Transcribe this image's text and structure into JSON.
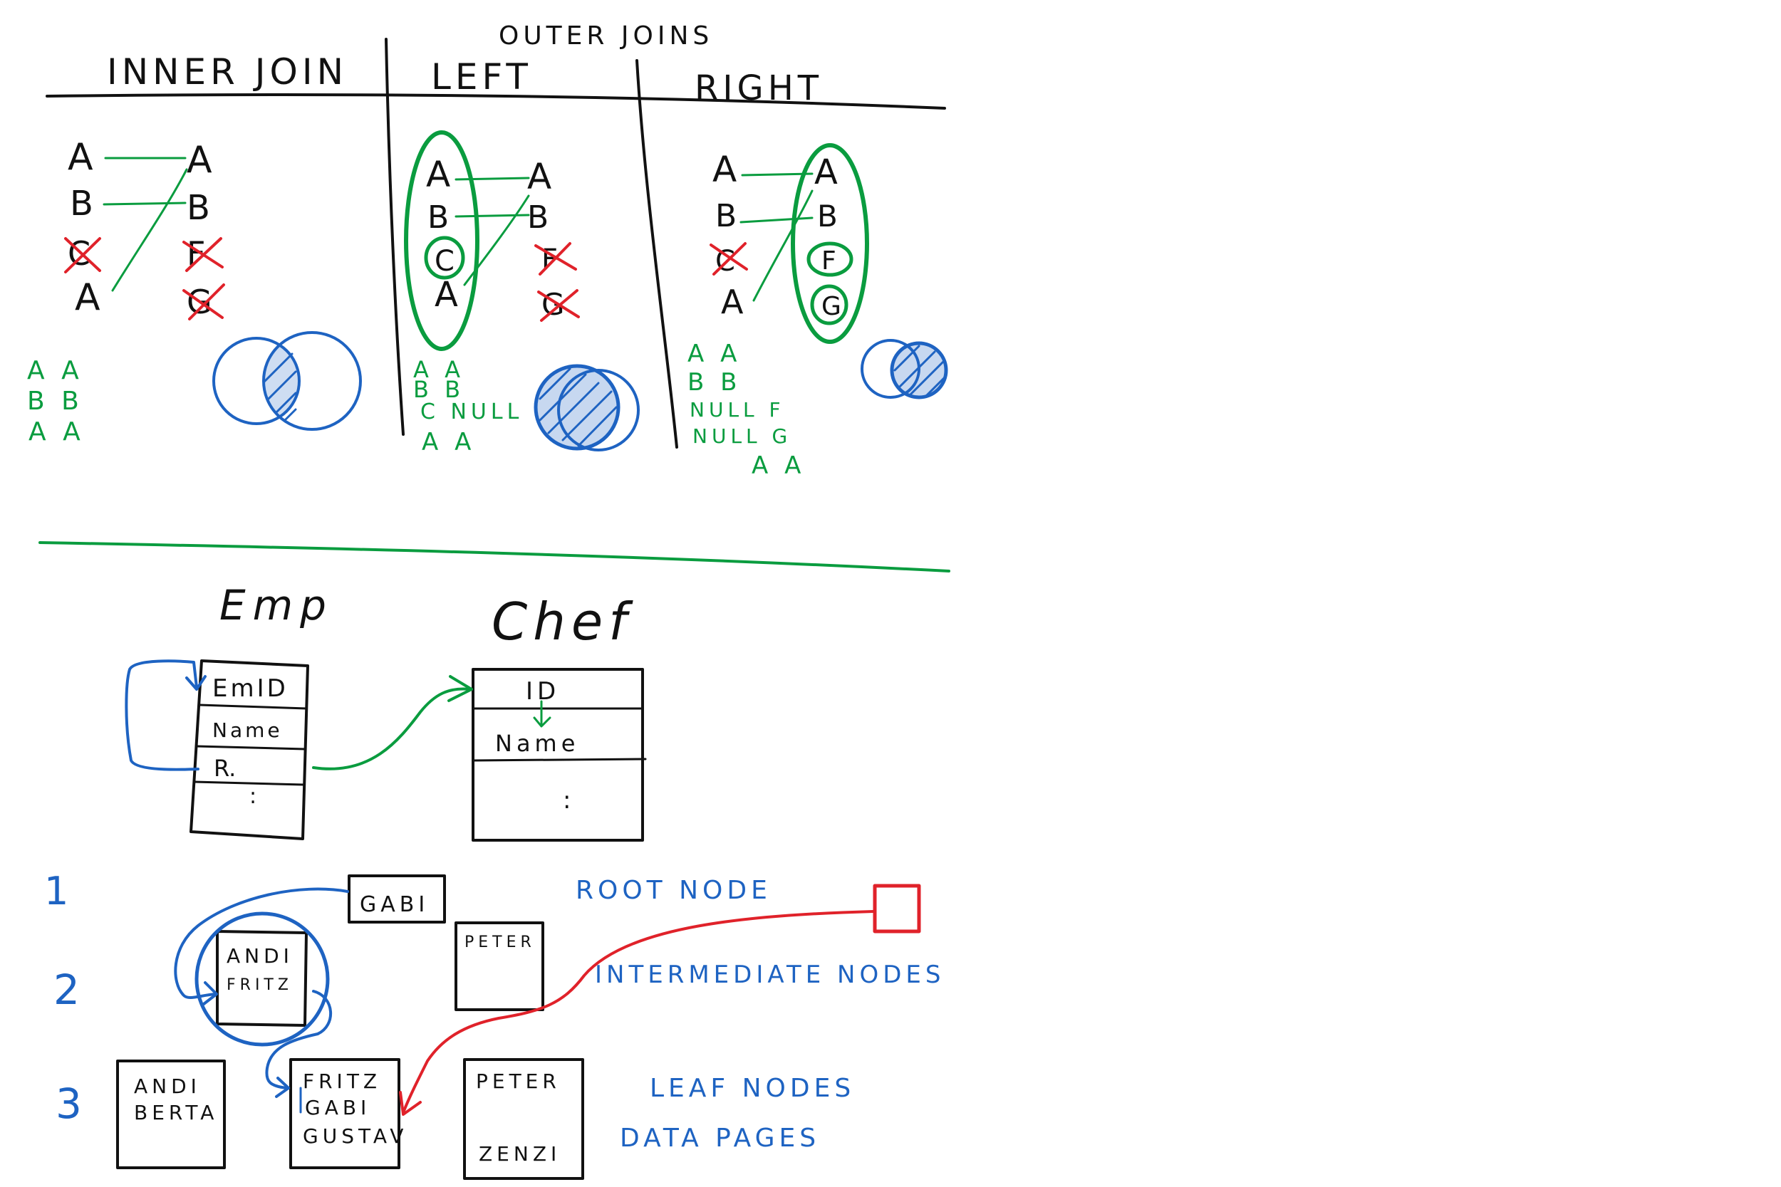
{
  "colors": {
    "ink": "#111111",
    "green": "#0a9c3f",
    "blue": "#1e63c2",
    "red": "#e0222a",
    "background": "#ffffff"
  },
  "header": {
    "outer_joins": "OUTER JOINS",
    "inner_join": "INNER JOIN",
    "left": "LEFT",
    "right": "RIGHT"
  },
  "inner": {
    "left_col": [
      "A",
      "B",
      "C",
      "A"
    ],
    "right_col": [
      "A",
      "B",
      "F",
      "G"
    ],
    "crossed_left": [
      2
    ],
    "crossed_right": [
      2,
      3
    ],
    "result": [
      "A A",
      "B B",
      "A A"
    ]
  },
  "left_join": {
    "left_col": [
      "A",
      "B",
      "C",
      "A"
    ],
    "right_col": [
      "A",
      "B",
      "F",
      "G"
    ],
    "crossed_right": [
      2,
      3
    ],
    "result": [
      "A A",
      "B B",
      "C NULL",
      "A A"
    ]
  },
  "right_join": {
    "left_col": [
      "A",
      "B",
      "C",
      "A"
    ],
    "right_col": [
      "A",
      "B",
      "F",
      "G"
    ],
    "crossed_left": [
      2
    ],
    "result": [
      "A A",
      "B B",
      "NULL F",
      "NULL G",
      "A A"
    ]
  },
  "schema": {
    "emp_title": "Emp",
    "emp_fields": [
      "EmID",
      "Name",
      "R.",
      ":"
    ],
    "chef_title": "Chef",
    "chef_fields": [
      "ID",
      "Name",
      ":"
    ]
  },
  "tree": {
    "levels": [
      "1",
      "2",
      "3"
    ],
    "root": [
      "GABI"
    ],
    "intermediate": [
      [
        "ANDI",
        "FRITZ"
      ],
      [
        "PETER"
      ]
    ],
    "leaves": [
      [
        "ANDI",
        "BERTA"
      ],
      [
        "FRITZ",
        "GABI",
        "GUSTAV"
      ],
      [
        "PETER",
        "ZENZI"
      ]
    ],
    "labels": {
      "root": "ROOT NODE",
      "intermediate": "INTERMEDIATE NODES",
      "leaf": "LEAF NODES",
      "pages": "DATA PAGES"
    }
  }
}
